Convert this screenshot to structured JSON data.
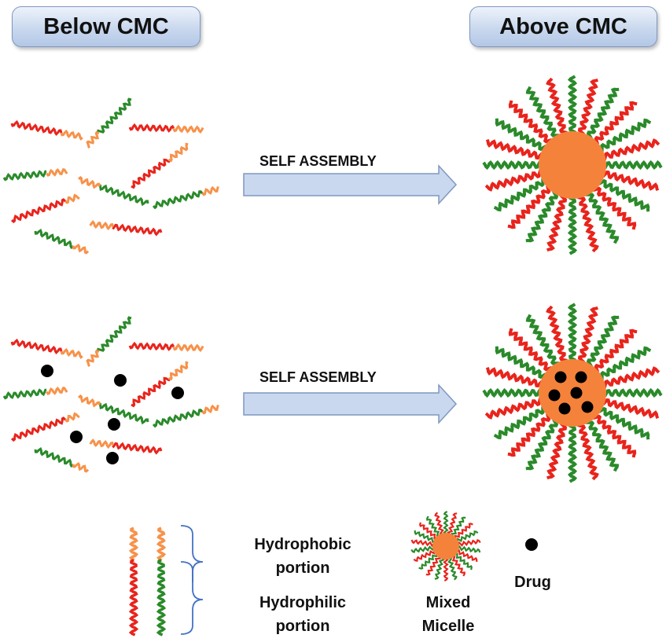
{
  "headers": {
    "below": "Below CMC",
    "above": "Above CMC"
  },
  "arrows": {
    "top": "SELF ASSEMBLY",
    "bottom": "SELF ASSEMBLY"
  },
  "legend": {
    "hydrophobic_line1": "Hydrophobic",
    "hydrophobic_line2": "portion",
    "hydrophilic_line1": "Hydrophilic",
    "hydrophilic_line2": "portion",
    "mixed_line1": "Mixed",
    "mixed_line2": "Micelle",
    "drug": "Drug"
  },
  "colors": {
    "hydrophobic": "#f7924a",
    "hydrophilic_a": "#e8241c",
    "hydrophilic_b": "#2a8a2a",
    "core": "#f5823a",
    "drug": "#000000",
    "arrow_fill": "#c9d8ee",
    "arrow_stroke": "#7f98c0"
  }
}
